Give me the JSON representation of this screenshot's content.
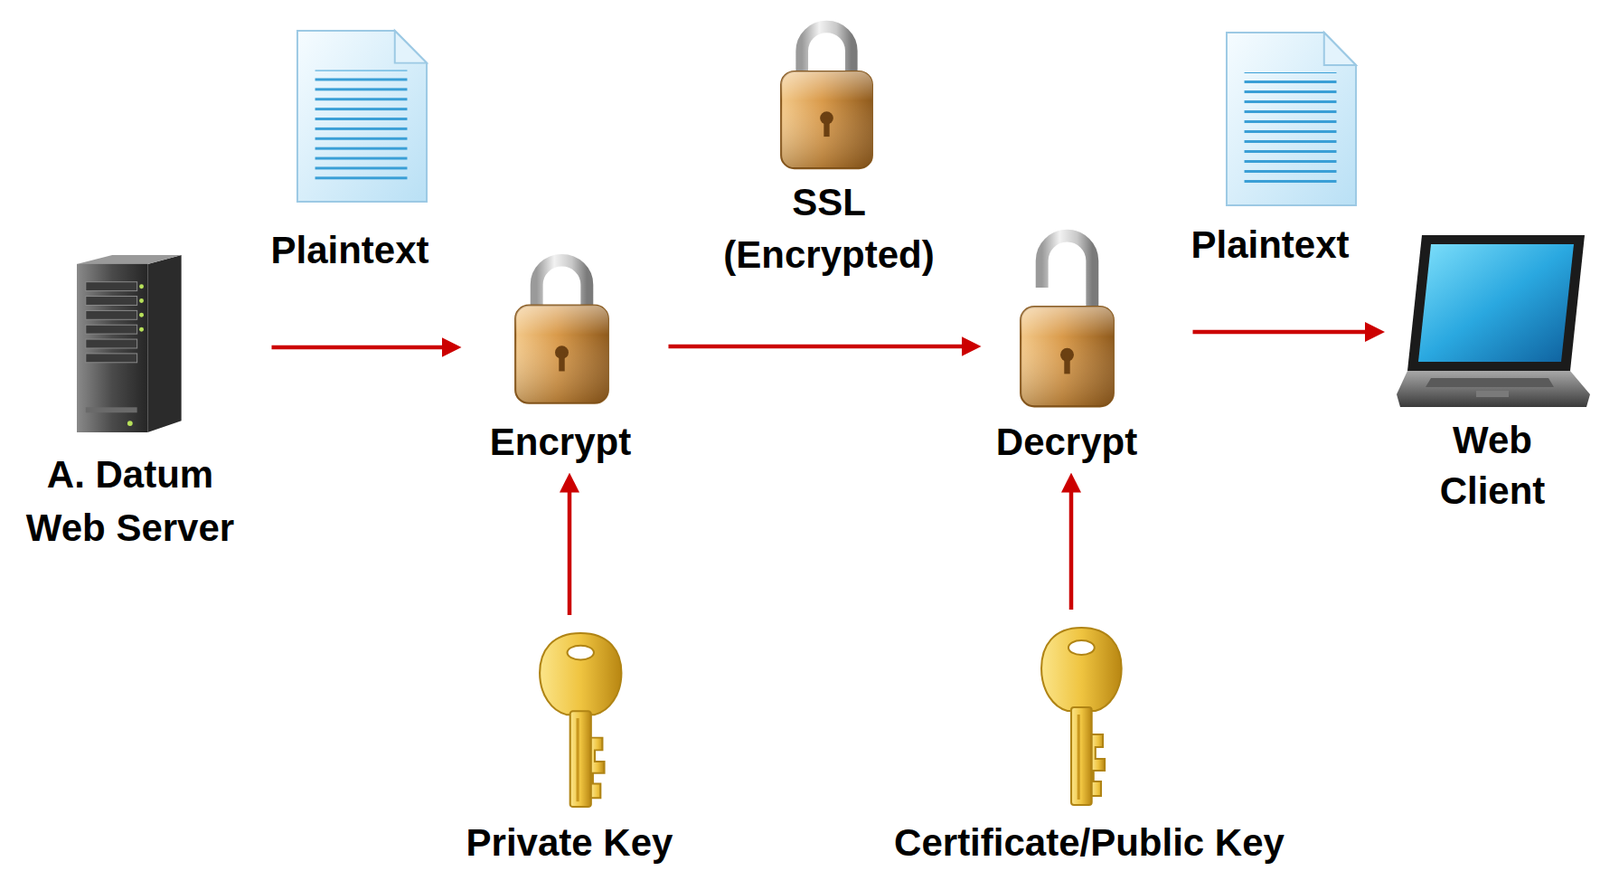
{
  "diagram": {
    "nodes": [
      {
        "text": [
          "A. Datum Web Server"
        ]
      },
      {
        "text": [
          "Encrypt"
        ]
      },
      {
        "text": [
          "Decrypt"
        ]
      },
      {
        "text": [
          "Web Client"
        ]
      },
      {
        "text": [
          "Private Key"
        ]
      },
      {
        "text": [
          "Certificate/Public Key"
        ]
      }
    ],
    "edges": [
      {
        "from": 0,
        "to": 1,
        "arrow": "to"
      },
      {
        "from": 1,
        "to": 2,
        "arrow": "to"
      },
      {
        "from": 2,
        "to": 3,
        "arrow": "to"
      },
      {
        "from": 4,
        "to": 1,
        "arrow": "to"
      },
      {
        "from": 5,
        "to": 2,
        "arrow": "to"
      }
    ],
    "labels": [
      "Plaintext",
      "SSL (Encrypted)",
      "Plaintext"
    ]
  }
}
